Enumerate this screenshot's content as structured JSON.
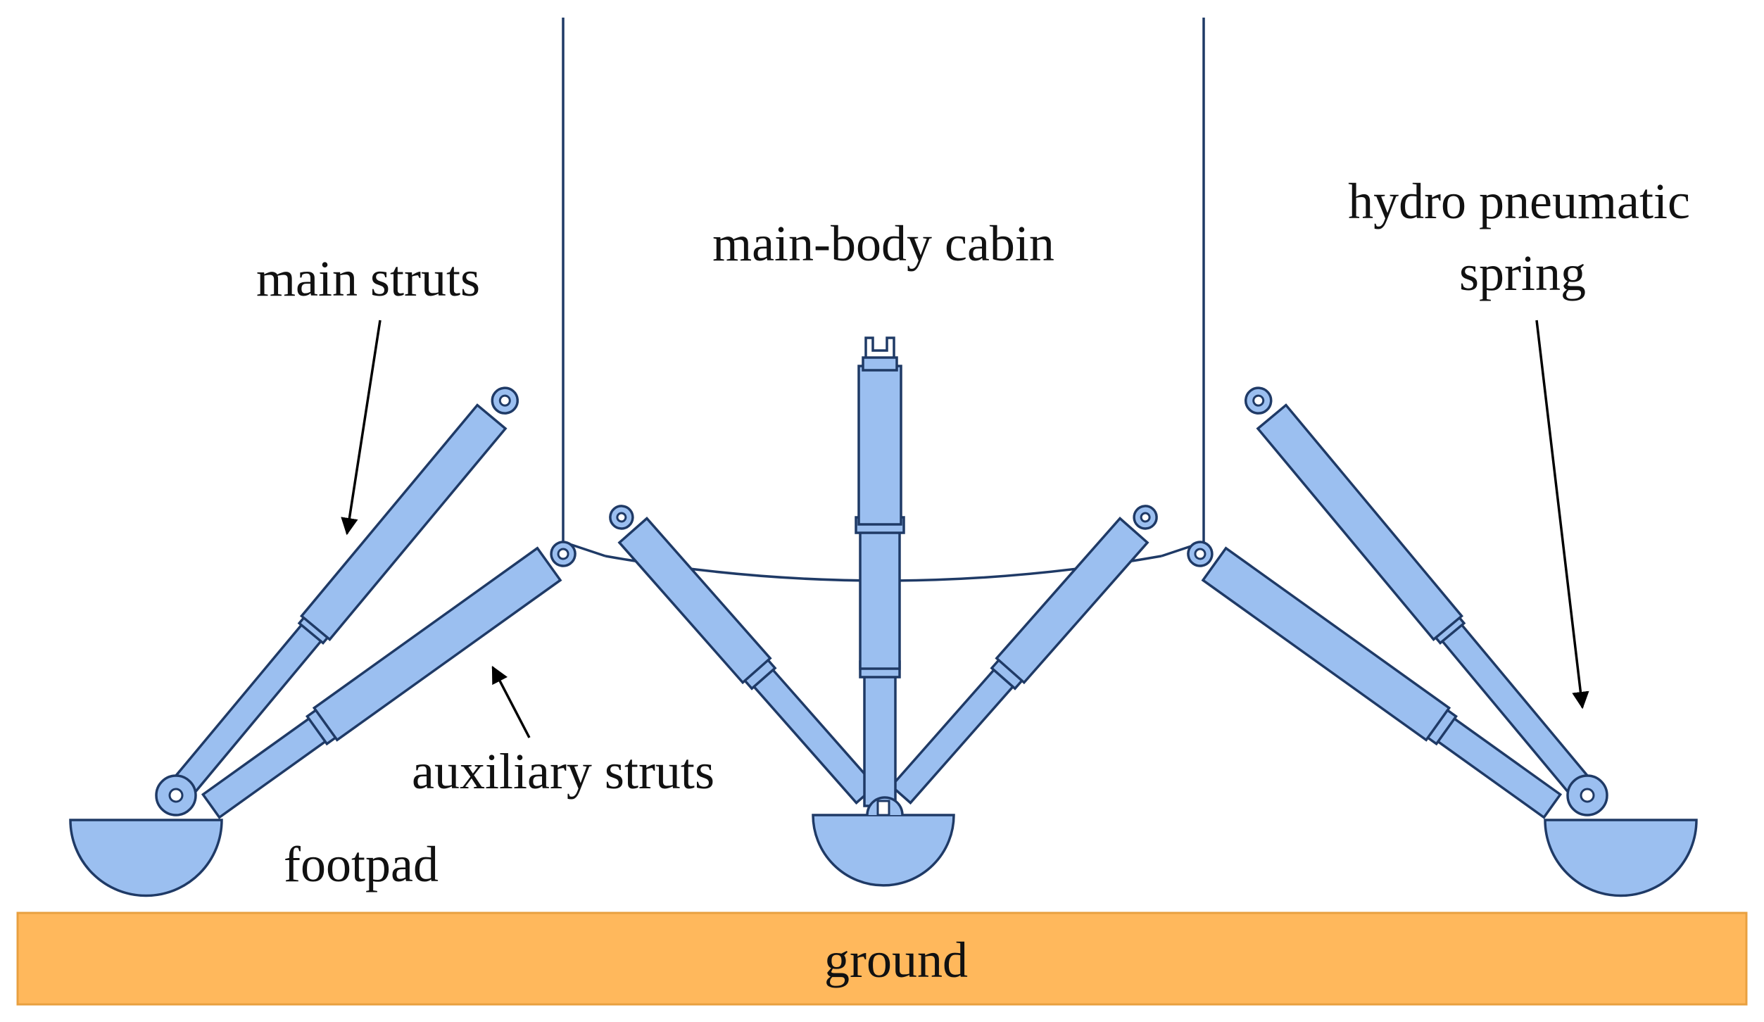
{
  "labels": {
    "cabin": "main-body cabin",
    "main_struts": "main struts",
    "auxiliary_struts": "auxiliary struts",
    "footpad": "footpad",
    "spring_line1": "hydro pneumatic",
    "spring_line2": "spring",
    "ground": "ground"
  },
  "colors": {
    "strut_fill": "#9bbff0",
    "outline": "#1f3a66",
    "ground_fill": "#ffb85c",
    "ground_edge": "#e8a040"
  }
}
